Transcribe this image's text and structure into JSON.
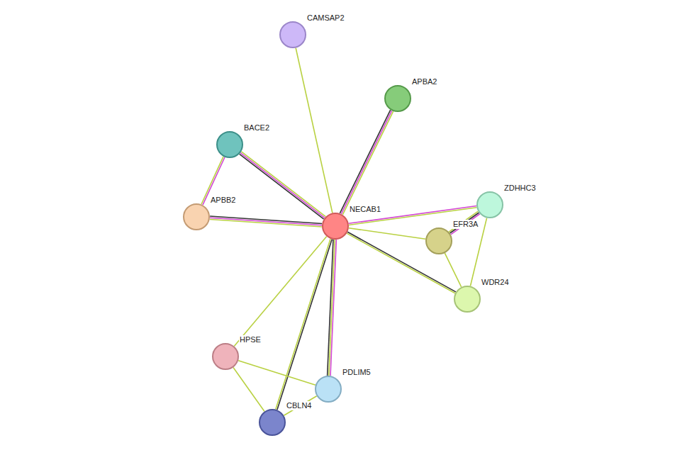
{
  "diagram": {
    "nodes": [
      {
        "text": [
          "CAMSAP2"
        ]
      },
      {
        "text": [
          "APBA2"
        ]
      },
      {
        "text": [
          "BACE2"
        ]
      },
      {
        "text": [
          "APBB2"
        ]
      },
      {
        "text": [
          "NECAB1"
        ]
      },
      {
        "text": [
          "ZDHHC3"
        ]
      },
      {
        "text": [
          "EFR3A"
        ]
      },
      {
        "text": [
          "WDR24"
        ]
      },
      {
        "text": [
          "HPSE"
        ]
      },
      {
        "text": [
          "PDLIM5"
        ]
      },
      {
        "text": [
          "CBLN4"
        ]
      }
    ],
    "edges": [
      {
        "from": 4,
        "to": 0,
        "arrow": "none"
      },
      {
        "from": 4,
        "to": 1,
        "arrow": "none"
      },
      {
        "from": 4,
        "to": 2,
        "arrow": "none"
      },
      {
        "from": 4,
        "to": 3,
        "arrow": "none"
      },
      {
        "from": 2,
        "to": 3,
        "arrow": "none"
      },
      {
        "from": 4,
        "to": 5,
        "arrow": "none"
      },
      {
        "from": 4,
        "to": 6,
        "arrow": "none"
      },
      {
        "from": 4,
        "to": 7,
        "arrow": "none"
      },
      {
        "from": 5,
        "to": 6,
        "arrow": "none"
      },
      {
        "from": 5,
        "to": 7,
        "arrow": "none"
      },
      {
        "from": 6,
        "to": 7,
        "arrow": "none"
      },
      {
        "from": 4,
        "to": 8,
        "arrow": "none"
      },
      {
        "from": 4,
        "to": 9,
        "arrow": "none"
      },
      {
        "from": 4,
        "to": 10,
        "arrow": "none"
      },
      {
        "from": 8,
        "to": 9,
        "arrow": "none"
      },
      {
        "from": 8,
        "to": 10,
        "arrow": "none"
      },
      {
        "from": 9,
        "to": 10,
        "arrow": "none"
      }
    ]
  }
}
